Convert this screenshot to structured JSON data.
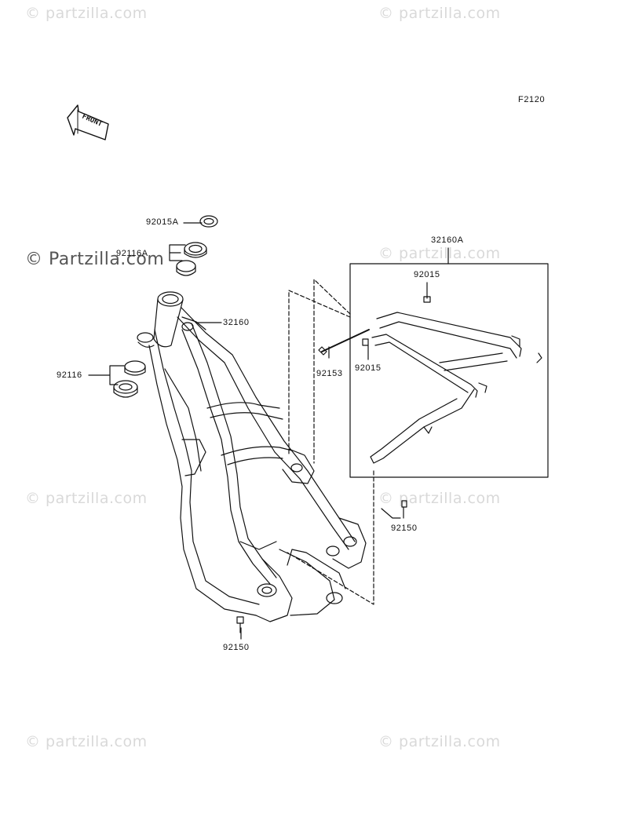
{
  "diagram_id": "F2120",
  "front_label": "FRONT",
  "watermark": {
    "symbol": "©",
    "text": "Partzilla.com",
    "text_lower": "partzilla.com"
  },
  "callouts": {
    "steering_seal": "92015A",
    "steering_stem_race": "92116A",
    "frame": "32160",
    "bearing": "92116",
    "subframe": "32160A",
    "collar_upper": "92015",
    "collar_lower": "92015",
    "bolt_subframe": "92153",
    "bolt_rear": "92150",
    "bolt_lower": "92150"
  }
}
